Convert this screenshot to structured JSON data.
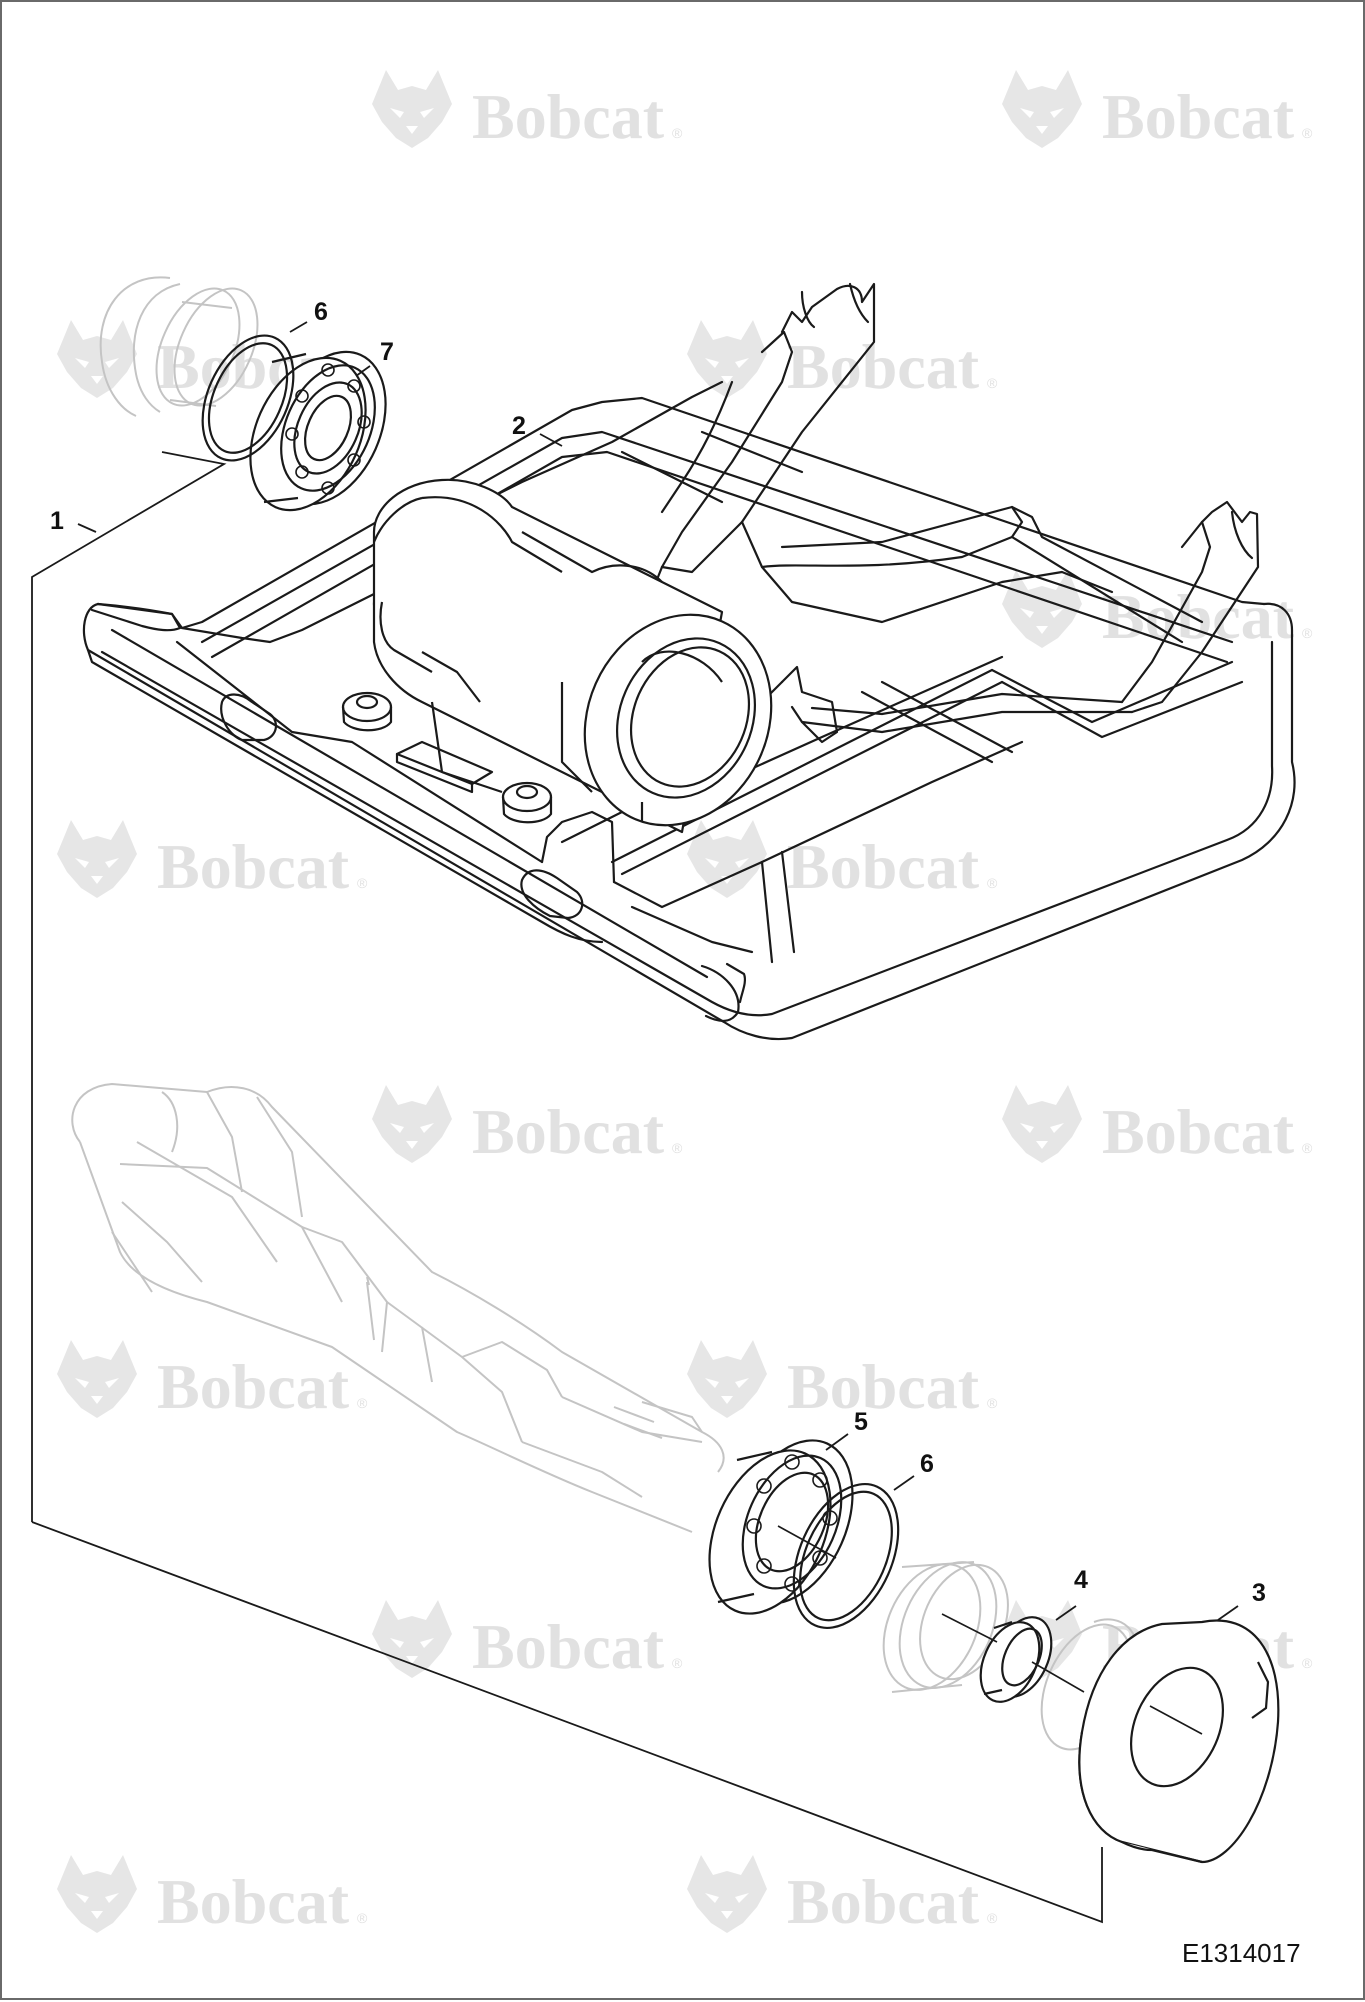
{
  "diagram": {
    "figure_id": "E1314017",
    "watermark": {
      "text": "Bobcat",
      "mark": "®"
    },
    "callouts": [
      {
        "id": "c1",
        "label": "1"
      },
      {
        "id": "c2",
        "label": "2"
      },
      {
        "id": "c3",
        "label": "3"
      },
      {
        "id": "c4",
        "label": "4"
      },
      {
        "id": "c5",
        "label": "5"
      },
      {
        "id": "c6a",
        "label": "6"
      },
      {
        "id": "c6b",
        "label": "6"
      },
      {
        "id": "c7",
        "label": "7"
      }
    ],
    "colors": {
      "line": "#1a1a1a",
      "ghost": "#c4c4c4",
      "watermark": "#e1e1e1",
      "border": "#6a6a6a"
    },
    "icons": [
      "bobcat-logo-icon"
    ]
  }
}
